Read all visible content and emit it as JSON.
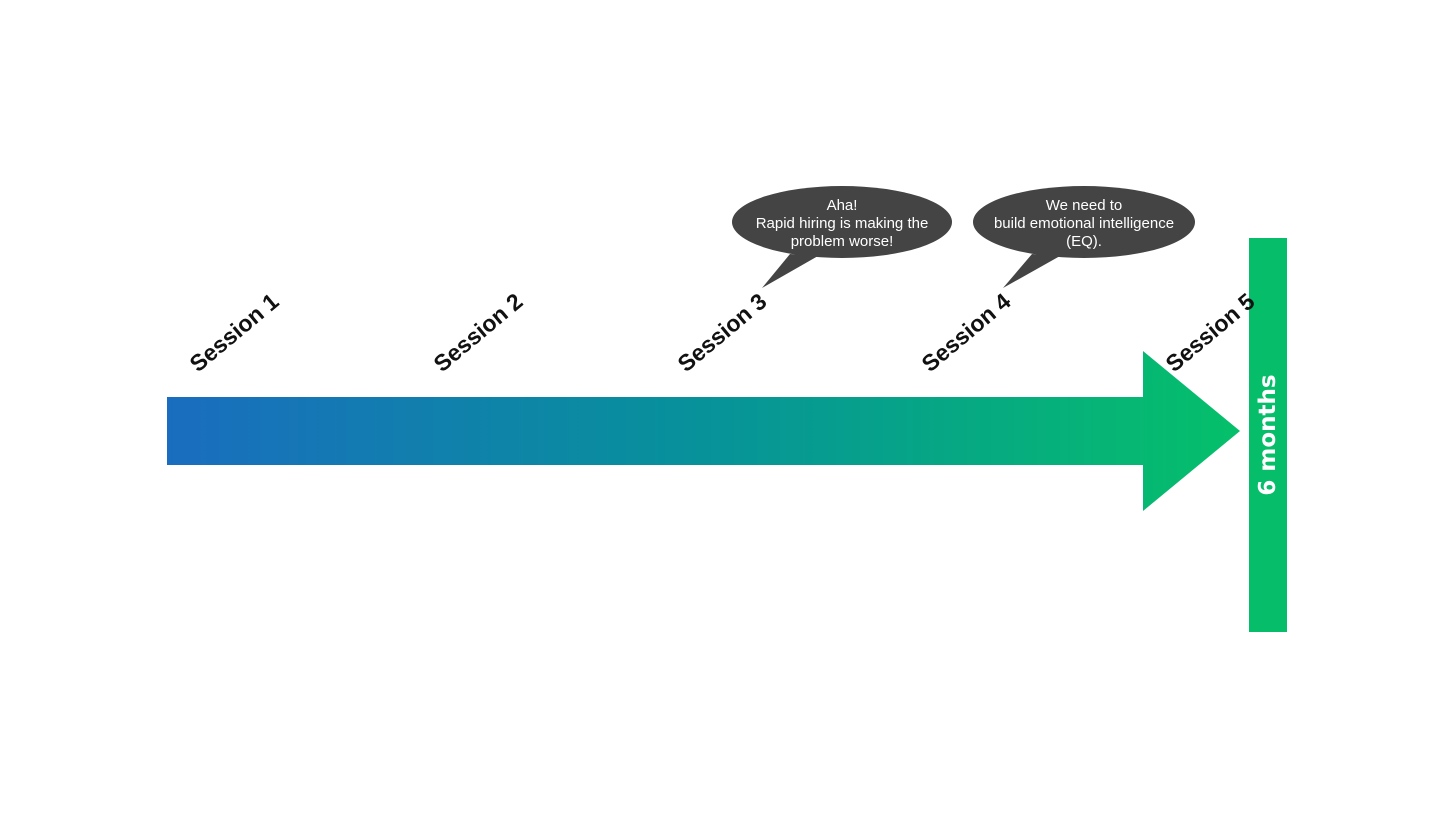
{
  "timeline": {
    "sessions": [
      {
        "label": "Session 1"
      },
      {
        "label": "Session 2"
      },
      {
        "label": "Session 3"
      },
      {
        "label": "Session 4"
      },
      {
        "label": "Session 5"
      }
    ],
    "gradient": {
      "start_color": "#1a6dbf",
      "end_color": "#05c06a"
    }
  },
  "callouts": [
    {
      "session": "Session 3",
      "lines": [
        "Aha!",
        "Rapid hiring is making the",
        "problem worse!"
      ],
      "color": "#444444"
    },
    {
      "session": "Session 4",
      "lines": [
        "We need to",
        "build emotional intelligence",
        "(EQ)."
      ],
      "color": "#444444"
    }
  ],
  "deadline": {
    "label": "6 months",
    "color": "#06bd6a"
  }
}
